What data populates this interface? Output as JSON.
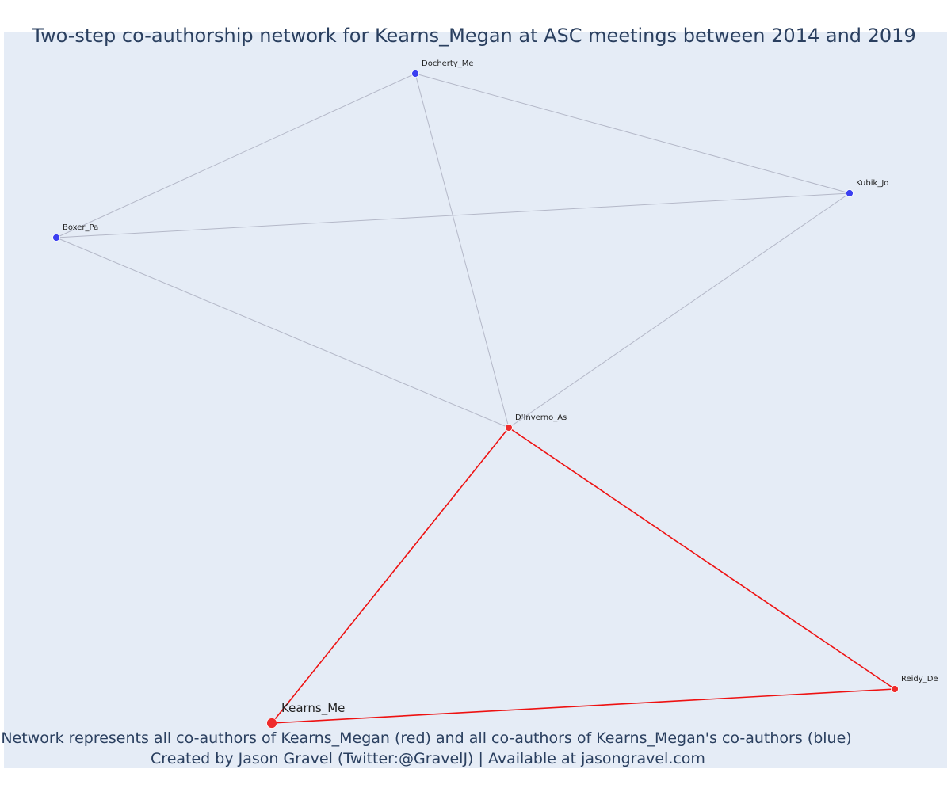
{
  "title": "Two-step co-authorship network for Kearns_Megan at ASC meetings between 2014 and 2019",
  "caption_line1": "Network represents all co-authors of Kearns_Megan (red) and all co-authors of Kearns_Megan's co-authors (blue)",
  "caption_line2": "Created by Jason Gravel (Twitter:@GravelJ) | Available at jasongravel.com",
  "colors": {
    "background": "#e5ecf6",
    "first_degree": "#ef2b2b",
    "second_degree": "#3b3ff0",
    "first_degree_edge": "#ee1111",
    "second_degree_edge": "#b4b8c8",
    "text": "#2a3f5f"
  },
  "chart_data": {
    "type": "network",
    "nodes": [
      {
        "id": "Kearns_Me",
        "label": "Kearns_Me",
        "group": "focal",
        "color": "red"
      },
      {
        "id": "D'Inverno_As",
        "label": "D'Inverno_As",
        "group": "co-author",
        "color": "red"
      },
      {
        "id": "Reidy_De",
        "label": "Reidy_De",
        "group": "co-author",
        "color": "red"
      },
      {
        "id": "Docherty_Me",
        "label": "Docherty_Me",
        "group": "co-author of co-author",
        "color": "blue"
      },
      {
        "id": "Kubik_Jo",
        "label": "Kubik_Jo",
        "group": "co-author of co-author",
        "color": "blue"
      },
      {
        "id": "Boxer_Pa",
        "label": "Boxer_Pa",
        "group": "co-author of co-author",
        "color": "blue"
      }
    ],
    "edges": [
      {
        "source": "Kearns_Me",
        "target": "D'Inverno_As",
        "kind": "first"
      },
      {
        "source": "Kearns_Me",
        "target": "Reidy_De",
        "kind": "first"
      },
      {
        "source": "D'Inverno_As",
        "target": "Reidy_De",
        "kind": "first"
      },
      {
        "source": "Docherty_Me",
        "target": "Boxer_Pa",
        "kind": "second"
      },
      {
        "source": "Docherty_Me",
        "target": "Kubik_Jo",
        "kind": "second"
      },
      {
        "source": "Docherty_Me",
        "target": "D'Inverno_As",
        "kind": "second"
      },
      {
        "source": "Boxer_Pa",
        "target": "Kubik_Jo",
        "kind": "second"
      },
      {
        "source": "Boxer_Pa",
        "target": "D'Inverno_As",
        "kind": "second"
      },
      {
        "source": "Kubik_Jo",
        "target": "D'Inverno_As",
        "kind": "second"
      }
    ]
  }
}
